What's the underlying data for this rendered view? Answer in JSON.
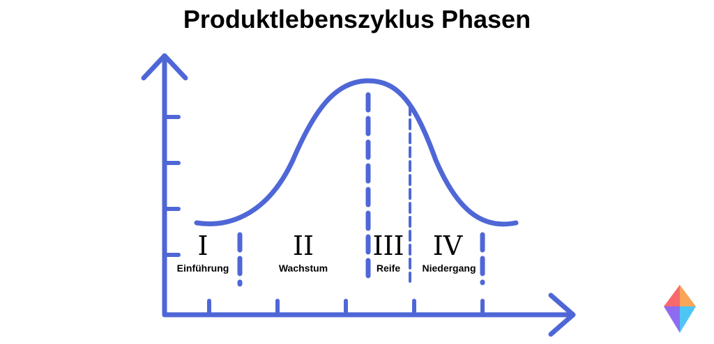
{
  "title": "Produktlebenszyklus Phasen",
  "colors": {
    "accent": "#4f67d6",
    "text": "#000000",
    "background": "#ffffff",
    "logo": [
      "#f8696b",
      "#f9a65a",
      "#8e6cf0",
      "#4ec6f5"
    ]
  },
  "phases": [
    {
      "numeral": "I",
      "label": "Einführung"
    },
    {
      "numeral": "II",
      "label": "Wachstum"
    },
    {
      "numeral": "III",
      "label": "Reife"
    },
    {
      "numeral": "IV",
      "label": "Niedergang"
    }
  ],
  "logo_icon": "gem-icon"
}
